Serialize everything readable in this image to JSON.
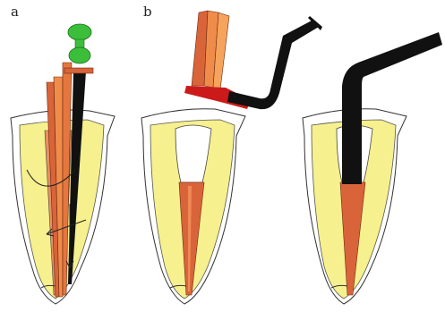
{
  "labels": {
    "panel_a": "a",
    "panel_b": "b"
  },
  "colors": {
    "enamel": "#ffffff",
    "dentin": "#f6f08e",
    "pulp_chamber": "#ffffff",
    "gutta_percha": "#d9643a",
    "gutta_percha_light": "#f08a55",
    "spreader_points": "#f08c4a",
    "instrument": "#111111",
    "heated_tip": "#cc1a1a",
    "rubber_stopper": "#3bbf3b",
    "outline": "#333333"
  },
  "icons": {
    "tooth_1": "tooth-cross-section",
    "tooth_2": "tooth-cross-section",
    "tooth_3": "tooth-cross-section",
    "carrier": "heat-carrier-instrument",
    "plugger": "plugger-instrument"
  }
}
